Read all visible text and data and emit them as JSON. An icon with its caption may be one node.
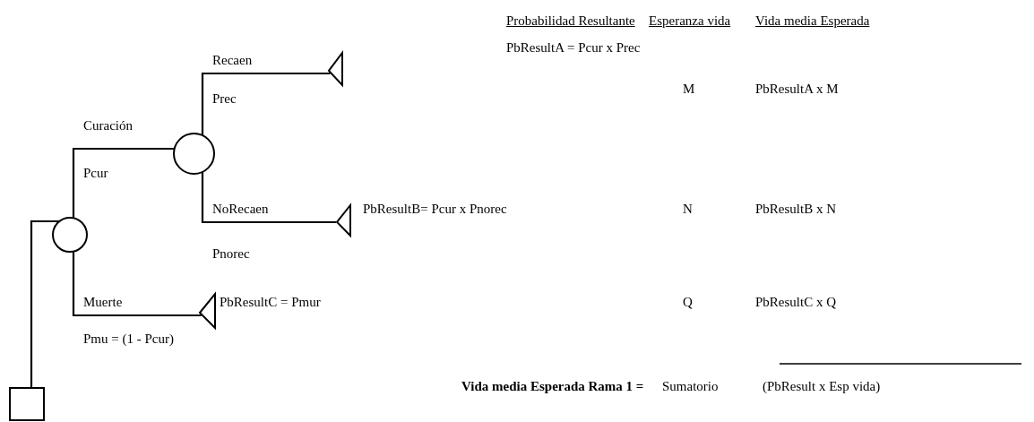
{
  "diagram": {
    "nodes": [
      {
        "text": [],
        "shape": "box"
      },
      {
        "text": [],
        "shape": "circle"
      },
      {
        "text": [],
        "shape": "circle"
      },
      {
        "text": [],
        "shape": "triangle"
      },
      {
        "text": [],
        "shape": "triangle"
      },
      {
        "text": [],
        "shape": "triangle"
      }
    ],
    "edges": [
      {
        "from": 0,
        "to": 1,
        "arrow": "none"
      },
      {
        "from": 1,
        "to": 2,
        "arrow": "none",
        "label": "Curación"
      },
      {
        "from": 2,
        "to": 3,
        "arrow": "none",
        "label": "Recaen"
      },
      {
        "from": 2,
        "to": 4,
        "arrow": "none",
        "label": "NoRecaen"
      },
      {
        "from": 1,
        "to": 5,
        "arrow": "none",
        "label": "Muerte"
      }
    ],
    "labels": [
      "Probabilidad Resultante",
      "Esperanza vida",
      "Vida media Esperada",
      "PbResultA = Pcur x Prec",
      "M",
      "PbResultA x M",
      "Prec",
      "Pcur",
      "PbResultB= Pcur x Pnorec",
      "N",
      "PbResultB x N",
      "Pnorec",
      "PbResultC = Pmur",
      "Q",
      "PbResultC x Q",
      "Pmu = (1 - Pcur)",
      "Vida media Esperada Rama 1 =",
      "Sumatorio",
      "(PbResult x Esp vida)"
    ]
  }
}
